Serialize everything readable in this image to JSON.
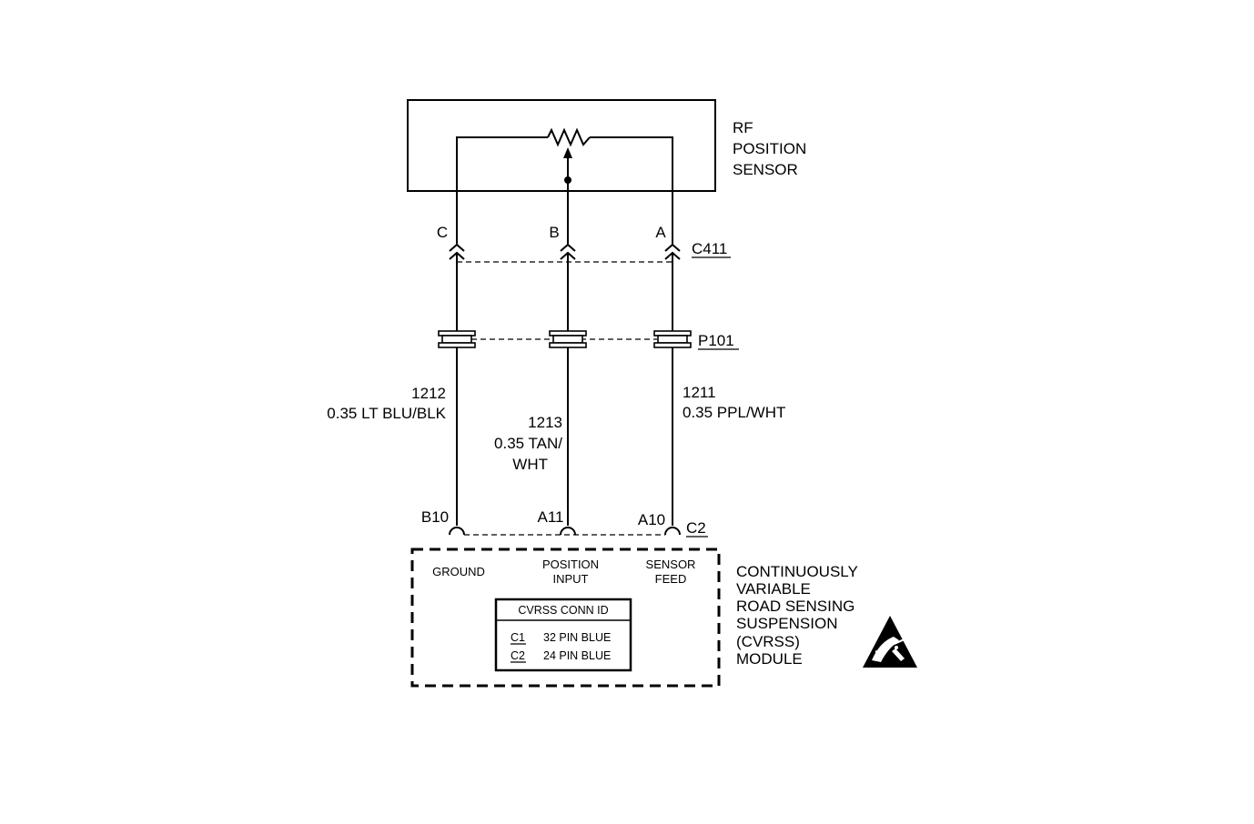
{
  "sensor": {
    "name_lines": [
      "RF",
      "POSITION",
      "SENSOR"
    ]
  },
  "connector_c411": {
    "id": "C411",
    "pins": [
      "C",
      "B",
      "A"
    ]
  },
  "splice": {
    "id": "P101"
  },
  "wires": [
    {
      "circuit": "1212",
      "lines": [
        "0.35 LT BLU/BLK"
      ]
    },
    {
      "circuit": "1213",
      "lines": [
        "0.35 TAN/",
        "WHT"
      ]
    },
    {
      "circuit": "1211",
      "lines": [
        "0.35 PPL/WHT"
      ]
    }
  ],
  "connector_c2": {
    "id": "C2",
    "pins": [
      "B10",
      "A11",
      "A10"
    ]
  },
  "module": {
    "terminals": [
      {
        "lines": [
          "GROUND"
        ]
      },
      {
        "lines": [
          "POSITION",
          "INPUT"
        ]
      },
      {
        "lines": [
          "SENSOR",
          "FEED"
        ]
      }
    ],
    "name_lines": [
      "CONTINUOUSLY",
      "VARIABLE",
      "ROAD SENSING",
      "SUSPENSION",
      "(CVRSS)",
      "MODULE"
    ],
    "conn_id_table": {
      "title": "CVRSS CONN ID",
      "rows": [
        {
          "id": "C1",
          "desc": "32 PIN BLUE"
        },
        {
          "id": "C2",
          "desc": "24 PIN BLUE"
        }
      ]
    }
  },
  "esd_symbol": "esd-sensitive-icon"
}
